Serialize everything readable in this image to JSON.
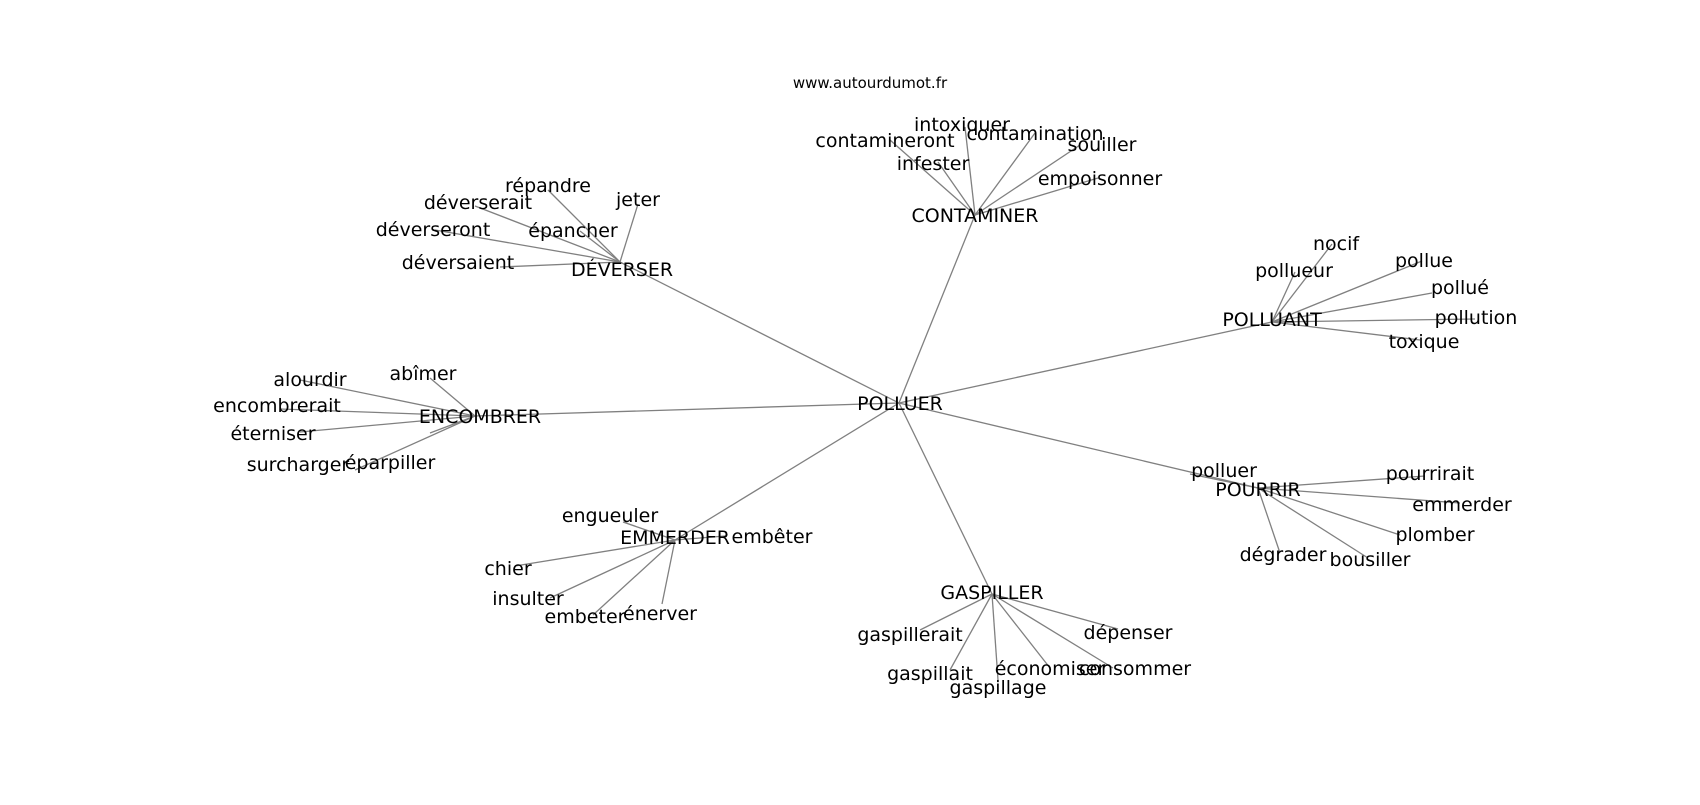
{
  "source": "www.autourdumot.fr",
  "center": "POLLUER",
  "edge_color": "#808080",
  "clusters": [
    {
      "label": "CONTAMINER",
      "words": [
        "intoxiquer",
        "contamination",
        "contamineront",
        "souiller",
        "infester",
        "empoisonner"
      ]
    },
    {
      "label": "DÉVERSER",
      "words": [
        "répandre",
        "jeter",
        "déverserait",
        "épancher",
        "déverseront",
        "déversaient"
      ]
    },
    {
      "label": "POLLUANT",
      "words": [
        "nocif",
        "pollueur",
        "pollue",
        "pollué",
        "pollution",
        "toxique"
      ]
    },
    {
      "label": "ENCOMBRER",
      "words": [
        "abîmer",
        "alourdir",
        "encombrerait",
        "éterniser",
        "surcharger",
        "éparpiller"
      ]
    },
    {
      "label": "POURRIR",
      "words": [
        "polluer",
        "pourrirait",
        "emmerder",
        "plomber",
        "dégrader",
        "bousiller"
      ]
    },
    {
      "label": "EMMERDER",
      "words": [
        "engueuler",
        "embêter",
        "chier",
        "insulter",
        "embeter",
        "énerver"
      ]
    },
    {
      "label": "GASPILLER",
      "words": [
        "gaspillerait",
        "dépenser",
        "gaspillait",
        "économiser",
        "consommer",
        "gaspillage"
      ]
    }
  ]
}
